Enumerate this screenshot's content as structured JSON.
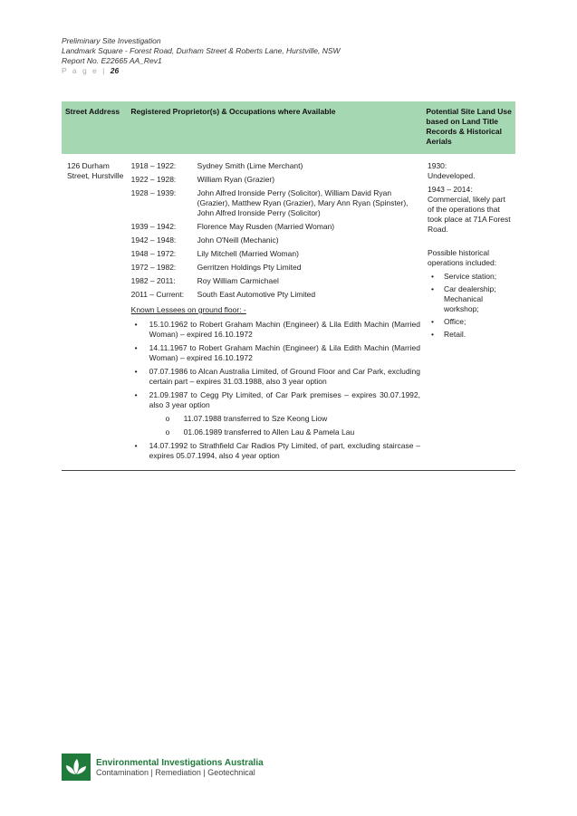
{
  "header": {
    "line1": "Preliminary Site Investigation",
    "line2": "Landmark Square - Forest Road, Durham Street & Roberts Lane, Hurstville, NSW",
    "line3": "Report No. E22665 AA_Rev1",
    "page_label": "P a g e",
    "page_num": "26"
  },
  "table": {
    "headers": [
      "Street Address",
      "Registered Proprietor(s) & Occupations where Available",
      "Potential Site Land Use based on Land Title Records & Historical Aerials"
    ],
    "address": "126 Durham Street, Hurstville",
    "owners": [
      {
        "dates": "1918 – 1922:",
        "name": "Sydney Smith (Lime Merchant)"
      },
      {
        "dates": "1922 – 1928:",
        "name": "William Ryan (Grazier)"
      },
      {
        "dates": "1928 – 1939:",
        "name": "John Alfred Ironside Perry (Solicitor), William David Ryan (Grazier), Matthew Ryan (Grazier), Mary Ann Ryan (Spinster), John Alfred Ironside Perry (Solicitor)"
      },
      {
        "dates": "1939 – 1942:",
        "name": "Florence May Rusden (Married Woman)"
      },
      {
        "dates": "1942 – 1948:",
        "name": "John O'Neill (Mechanic)"
      },
      {
        "dates": "1948 – 1972:",
        "name": "Lily Mitchell (Married Woman)"
      },
      {
        "dates": "1972 – 1982:",
        "name": "Gerritzen Holdings Pty Limited"
      },
      {
        "dates": "1982 – 2011:",
        "name": "Roy William Carmichael"
      },
      {
        "dates": "2011 – Current:",
        "name": "South East Automotive Pty Limited"
      }
    ],
    "lessees_label": "Known Lessees on ground floor: -",
    "lessees": [
      "15.10.1962 to Robert Graham Machin (Engineer) & Lila Edith Machin (Married Woman) – expired 16.10.1972",
      "14.11.1967 to Robert Graham Machin (Engineer) & Lila Edith Machin (Married Woman) – expired 16.10.1972",
      "07.07.1986 to Alcan Australia Limited, of Ground Floor and Car Park, excluding certain part – expires 31.03.1988, also 3 year option",
      "21.09.1987 to Cegg Pty Limited, of Car Park premises – expires 30.07.1992, also 3 year option",
      "14.07.1992 to Strathfield Car Radios Pty Limited, of part, excluding staircase – expires 05.07.1994, also 4 year option"
    ],
    "sub_lessees": [
      "11.07.1988 transferred to Sze Keong Liow",
      "01.06.1989 transferred to Allen Lau & Pamela Lau"
    ],
    "landuse": {
      "y1": "1930:",
      "t1": "Undeveloped.",
      "y2": "1943 – 2014:",
      "t2": "Commercial, likely part of the operations that took place at 71A Forest Road.",
      "ops_intro": "Possible historical operations included:",
      "ops": [
        "Service station;",
        "Car dealership; Mechanical workshop;",
        "Office;",
        "Retail."
      ]
    }
  },
  "footer": {
    "company": "Environmental Investigations Australia",
    "tagline": "Contamination | Remediation | Geotechnical"
  },
  "colors": {
    "header_fill": "#a6d7b3",
    "brand_green": "#1f7a3c"
  }
}
